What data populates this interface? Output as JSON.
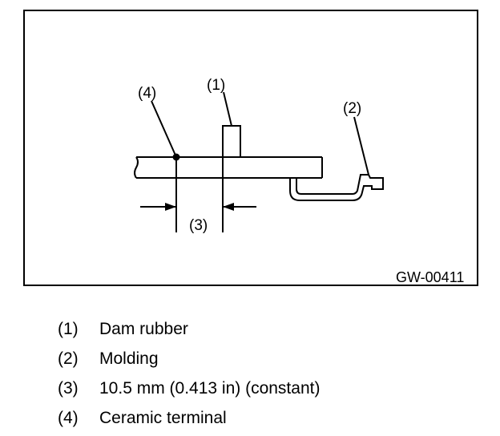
{
  "figure": {
    "code": "GW-00411",
    "callouts": [
      {
        "id": "1",
        "label": "(1)"
      },
      {
        "id": "2",
        "label": "(2)"
      },
      {
        "id": "3",
        "label": "(3)"
      },
      {
        "id": "4",
        "label": "(4)"
      }
    ]
  },
  "legend": {
    "items": [
      {
        "num": "(1)",
        "text": "Dam rubber"
      },
      {
        "num": "(2)",
        "text": "Molding"
      },
      {
        "num": "(3)",
        "text": "10.5 mm (0.413 in) (constant)"
      },
      {
        "num": "(4)",
        "text": "Ceramic terminal"
      }
    ]
  }
}
